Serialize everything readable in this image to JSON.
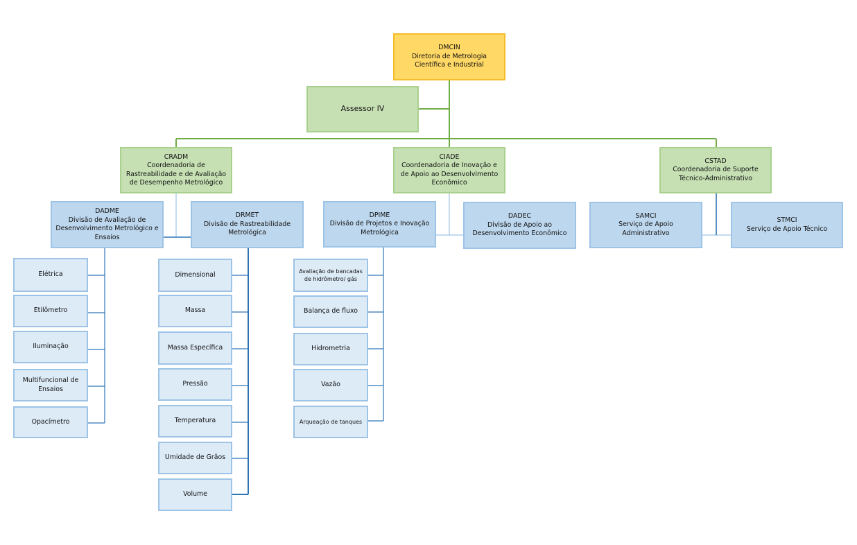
{
  "nodes": {
    "dmcin": {
      "code": "DMCIN",
      "name": "Diretoria de Metrologia Científica e Industrial"
    },
    "assessor": {
      "name": "Assessor IV"
    },
    "cradm": {
      "code": "CRADM",
      "name": "Coordenadoria de Rastreabilidade e de Avaliação de Desempenho Metrológico"
    },
    "ciade": {
      "code": "CIADE",
      "name": "Coordenadoria de Inovação e de Apoio ao Desenvolvimento Econômico"
    },
    "cstad": {
      "code": "CSTAD",
      "name": "Coordenadoria de Suporte Técnico-Administrativo"
    },
    "dadme": {
      "code": "DADME",
      "name": "Divisão de Avaliação de Desenvolvimento Metrológico e Ensaios"
    },
    "drmet": {
      "code": "DRMET",
      "name": "Divisão de Rastreabilidade Metrológica"
    },
    "dpime": {
      "code": "DPIME",
      "name": "Divisão de Projetos e Inovação Metrológica"
    },
    "dadec": {
      "code": "DADEC",
      "name": "Divisão de Apoio ao Desenvolvimento Econômico"
    },
    "samci": {
      "code": "SAMCI",
      "name": "Serviço de Apoio Administrativo"
    },
    "stmci": {
      "code": "STMCI",
      "name": "Serviço de Apoio Técnico"
    }
  },
  "dadme_units": [
    "Elétrica",
    "Etilômetro",
    "Iluminação",
    "Multifuncional de Ensaios",
    "Opacímetro"
  ],
  "drmet_units": [
    "Dimensional",
    "Massa",
    "Massa Específica",
    "Pressão",
    "Temperatura",
    "Umidade de Grãos",
    "Volume"
  ],
  "dpime_units": [
    "Avaliação de bancadas de hidrômetro/ gás",
    "Balança de fluxo",
    "Hidrometria",
    "Vazão",
    "Arqueação de tanques"
  ],
  "colors": {
    "green_line": "#70ad47",
    "blue_line": "#2e75b6",
    "light_line": "#9dc3e6"
  }
}
